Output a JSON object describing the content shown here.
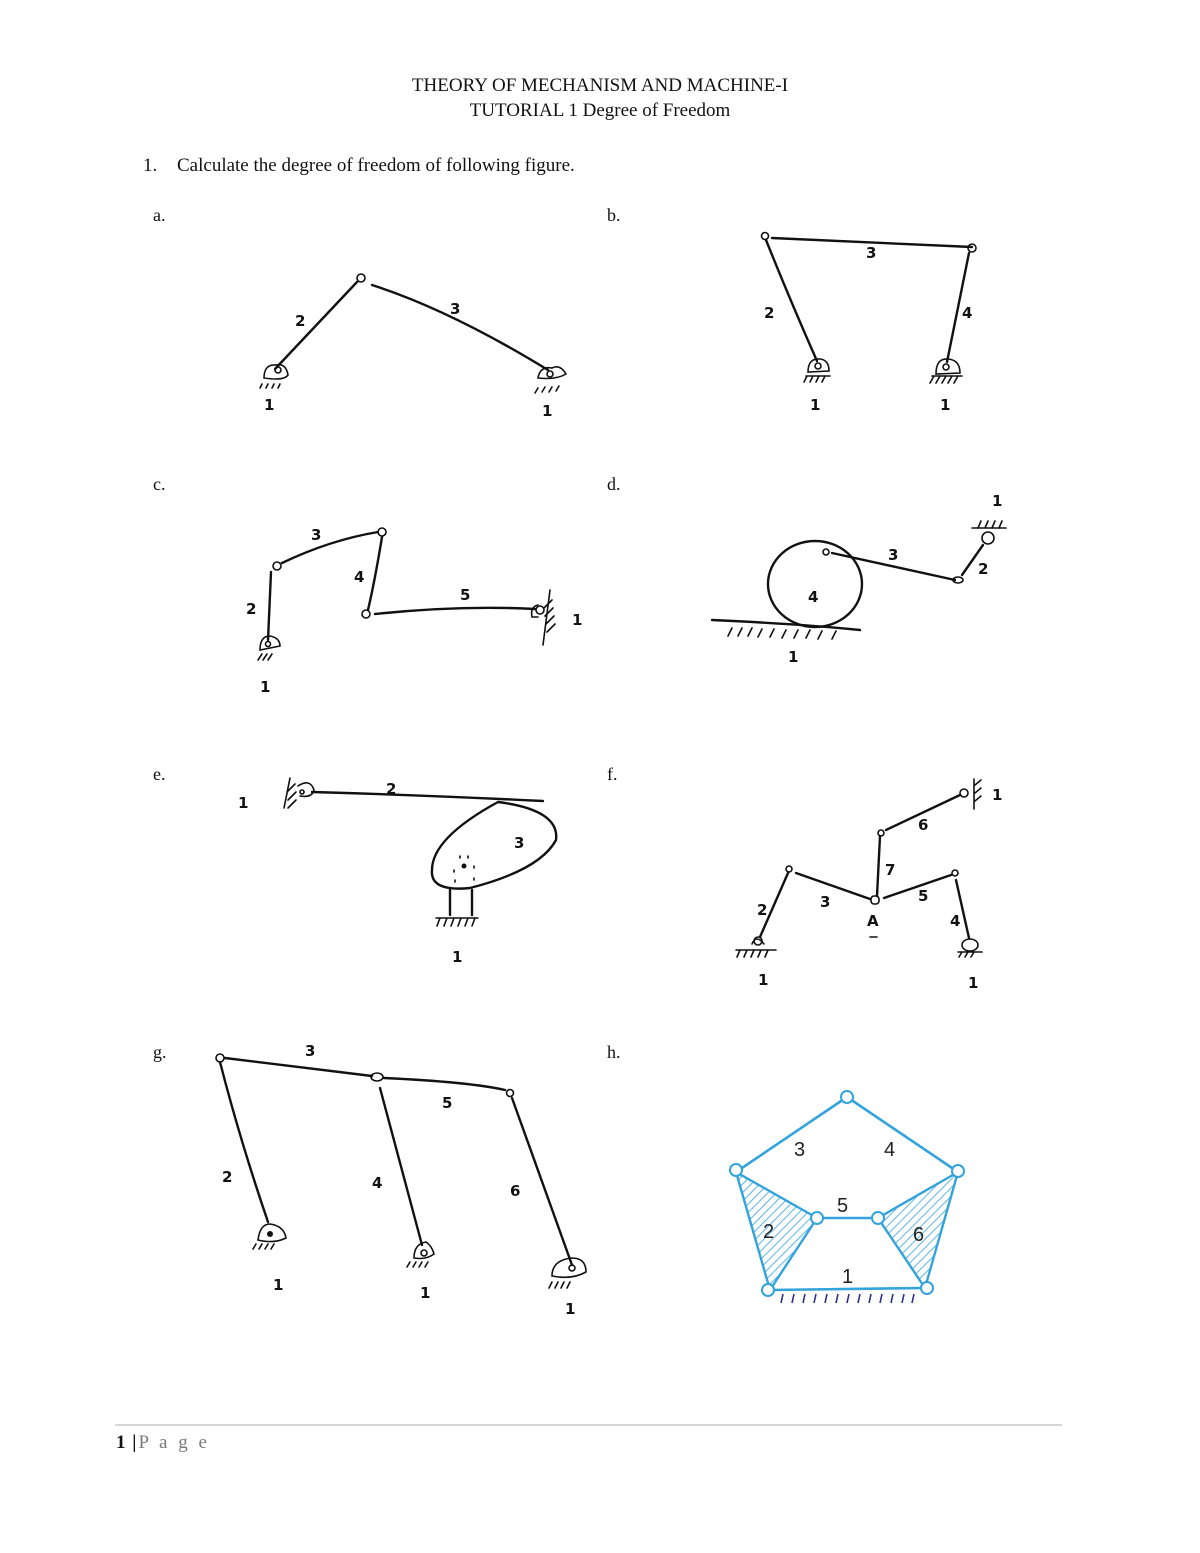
{
  "document": {
    "title": "THEORY OF MECHANISM AND MACHINE-I",
    "subtitle": "TUTORIAL 1 Degree of Freedom"
  },
  "question": {
    "number": "1.",
    "text": "Calculate the degree of freedom of following figure."
  },
  "figures": [
    {
      "label": "a.",
      "link_labels": [
        "2",
        "3",
        "1",
        "1"
      ]
    },
    {
      "label": "b.",
      "link_labels": [
        "3",
        "2",
        "4",
        "1",
        "1"
      ]
    },
    {
      "label": "c.",
      "link_labels": [
        "3",
        "4",
        "2",
        "5",
        "1",
        "1"
      ]
    },
    {
      "label": "d.",
      "link_labels": [
        "1",
        "3",
        "2",
        "4",
        "1"
      ]
    },
    {
      "label": "e.",
      "link_labels": [
        "1",
        "2",
        "3",
        "1"
      ]
    },
    {
      "label": "f.",
      "link_labels": [
        "1",
        "6",
        "7",
        "2",
        "3",
        "A",
        "5",
        "4",
        "1",
        "1"
      ]
    },
    {
      "label": "g.",
      "link_labels": [
        "3",
        "5",
        "2",
        "4",
        "6",
        "1",
        "1",
        "1"
      ]
    },
    {
      "label": "h.",
      "link_labels": [
        "3",
        "4",
        "5",
        "2",
        "6",
        "1"
      ]
    }
  ],
  "colors": {
    "ink": "#111111",
    "blue_link": "#33a3dc",
    "ground_hatch": "#2a2f8a",
    "footer_rule": "#d6d6d6",
    "footer_page_text": "#7a7a7a"
  },
  "footer": {
    "page_number": "1",
    "separator": "|",
    "page_word": "P a g e"
  }
}
